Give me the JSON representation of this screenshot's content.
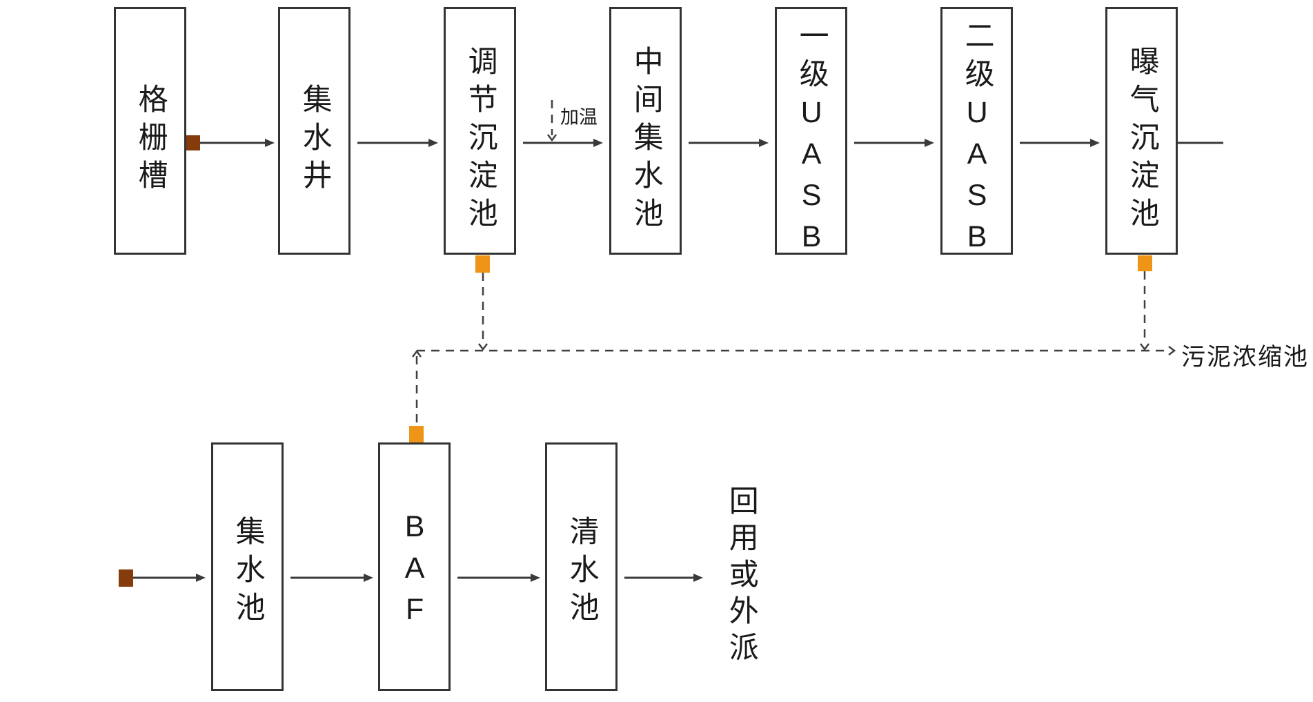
{
  "flowchart": {
    "top_row": [
      {
        "label": "格栅槽"
      },
      {
        "label": "集水井"
      },
      {
        "label": "调节沉淀池"
      },
      {
        "label": "中间集水池"
      },
      {
        "label": "一级UASB"
      },
      {
        "label": "二级UASB"
      },
      {
        "label": "曝气沉淀池"
      }
    ],
    "bottom_row": [
      {
        "label": "集水池"
      },
      {
        "label": "BAF"
      },
      {
        "label": "清水池"
      }
    ],
    "annotations": {
      "heating": "加温",
      "sludge_destination": "污泥浓缩池",
      "outflow": "回用或外派"
    },
    "colors": {
      "line": "#3a3a3a",
      "dashed_line": "#404040",
      "inlet_square": "#843c0c",
      "sludge_square": "#ee9417",
      "text": "#1a1a1a"
    }
  }
}
